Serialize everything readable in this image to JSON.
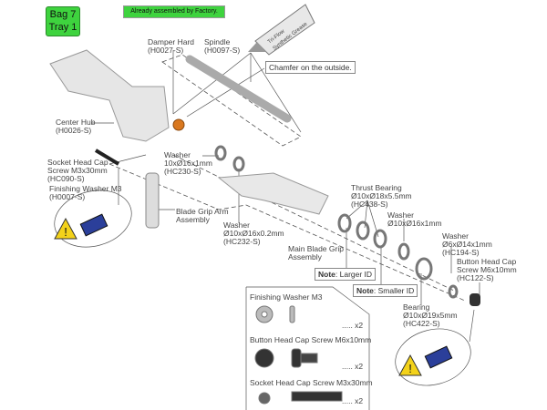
{
  "header": {
    "bag": "Bag 7",
    "tray": "Tray 1",
    "banner": "Already assembled by Factory."
  },
  "grease": {
    "line1": "Tri-Flow",
    "line2": "Synthetic Grease"
  },
  "labels": {
    "damper": [
      "Damper Hard",
      "(H0027-S)"
    ],
    "spindle": [
      "Spindle",
      "(H0097-S)"
    ],
    "chamfer": "Chamfer on the outside.",
    "hub": [
      "Center Hub",
      "(H0026-S)"
    ],
    "washer1": [
      "Washer",
      "10xØ16x1mm",
      "(HC230-S)"
    ],
    "socket": [
      "Socket Head Cap",
      "Screw M3x30mm",
      "(HC090-S)"
    ],
    "finwasher": [
      "Finishing Washer M3",
      "(H0007-S)"
    ],
    "arm": [
      "Blade Grip Arm",
      "Assembly"
    ],
    "washer2": [
      "Washer",
      "Ø10xØ16x0.2mm",
      "(HC232-S)"
    ],
    "grip": [
      "Main Blade Grip",
      "Assembly"
    ],
    "thrust": [
      "Thrust Bearing",
      "Ø10xØ18x5.5mm",
      "(HC438-S)"
    ],
    "washer3": [
      "Washer",
      "Ø10xØ16x1mm"
    ],
    "washer4": [
      "Washer",
      "Ø6xØ14x1mm",
      "(HC194-S)"
    ],
    "button": [
      "Button Head Cap",
      "Screw M6x10mm",
      "(HC122-S)"
    ],
    "bearing": [
      "Bearing",
      "Ø10xØ19x5mm",
      "(HC422-S)"
    ]
  },
  "notes": {
    "prefix": "Note",
    "larger": ": Larger ID",
    "smaller": ": Smaller ID"
  },
  "parts": [
    {
      "name": "Finishing Washer M3",
      "qty": "..... x2"
    },
    {
      "name": "Button Head Cap Screw M6x10mm",
      "qty": "..... x2"
    },
    {
      "name": "Socket Head Cap Screw M3x30mm",
      "qty": "..... x2"
    }
  ],
  "colors": {
    "green": "#3ed33e",
    "damper": "#d9781f",
    "threadlock": "#2b3f9a",
    "warning": "#f3d21a"
  },
  "icons": [
    "warning-icon",
    "threadlock-bottle-icon",
    "grease-tube-icon"
  ]
}
